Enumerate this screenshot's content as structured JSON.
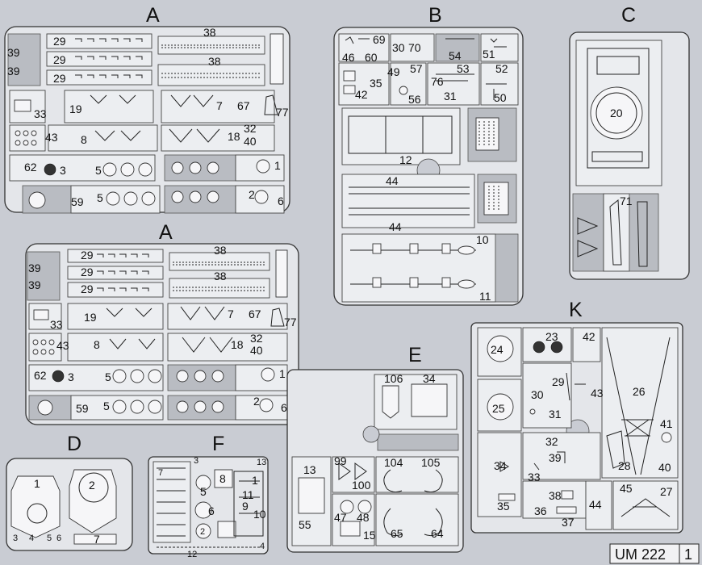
{
  "sheet": {
    "code": "UM 222",
    "page": "1"
  },
  "sprues": {
    "A1": {
      "letter": "A",
      "labels": [
        "39",
        "39",
        "29",
        "29",
        "29",
        "38",
        "38",
        "33",
        "19",
        "7",
        "67",
        "77",
        "43",
        "8",
        "18",
        "32",
        "40",
        "62",
        "3",
        "5",
        "1",
        "59",
        "5",
        "2",
        "6"
      ]
    },
    "A2": {
      "letter": "A",
      "labels": [
        "39",
        "39",
        "29",
        "29",
        "29",
        "38",
        "38",
        "33",
        "19",
        "7",
        "67",
        "77",
        "43",
        "8",
        "18",
        "32",
        "40",
        "62",
        "3",
        "5",
        "1",
        "59",
        "5",
        "2",
        "6"
      ]
    },
    "B": {
      "letter": "B",
      "labels": [
        "69",
        "46",
        "60",
        "30",
        "70",
        "54",
        "51",
        "52",
        "49",
        "57",
        "53",
        "35",
        "76",
        "42",
        "56",
        "31",
        "50",
        "12",
        "44",
        "44",
        "10",
        "11"
      ]
    },
    "C": {
      "letter": "C",
      "labels": [
        "20",
        "71"
      ]
    },
    "D": {
      "letter": "D",
      "labels": [
        "1",
        "2",
        "3",
        "4",
        "5",
        "6",
        "7"
      ]
    },
    "F": {
      "letter": "F",
      "labels": [
        "3",
        "13",
        "8",
        "1",
        "11",
        "5",
        "9",
        "6",
        "10",
        "12",
        "2",
        "4",
        "7"
      ]
    },
    "E": {
      "letter": "E",
      "labels": [
        "106",
        "34",
        "13",
        "99",
        "100",
        "104",
        "105",
        "47",
        "48",
        "55",
        "15",
        "65",
        "64"
      ]
    },
    "K": {
      "letter": "K",
      "labels": [
        "23",
        "42",
        "24",
        "29",
        "26",
        "30",
        "43",
        "31",
        "25",
        "41",
        "32",
        "40",
        "28",
        "34",
        "39",
        "33",
        "38",
        "45",
        "27",
        "35",
        "36",
        "44",
        "37"
      ]
    }
  }
}
